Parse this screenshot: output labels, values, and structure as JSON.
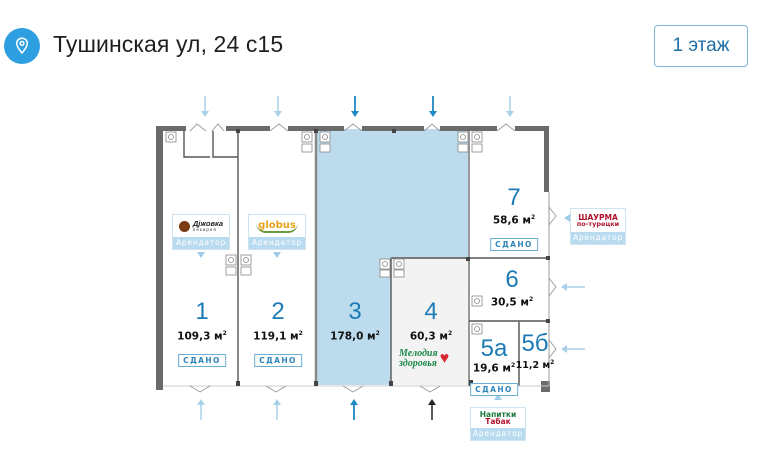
{
  "header": {
    "address": "Тушинская ул, 24 с15",
    "location_icon": "map-pin-icon",
    "floor_button": "1 этаж"
  },
  "colors": {
    "accent": "#2d9ee0",
    "highlight_unit": "#bcdcee",
    "unit_number": "#1c7bb6",
    "wall": "#6b6b6b",
    "arrow_light": "#a9d2ea",
    "arrow_dark": "#1e88c4",
    "arrow_black": "#222222",
    "tenant_tag": "#b9dbef"
  },
  "units": [
    {
      "number": "1",
      "area": "109,3 м",
      "status": "СДАНО"
    },
    {
      "number": "2",
      "area": "119,1 м",
      "status": "СДАНО"
    },
    {
      "number": "3",
      "area": "178,0 м",
      "status": ""
    },
    {
      "number": "4",
      "area": "60,3 м",
      "status": ""
    },
    {
      "number": "5а",
      "area": "19,6 м",
      "status": "СДАНО"
    },
    {
      "number": "5б",
      "area": "11,2 м",
      "status": ""
    },
    {
      "number": "6",
      "area": "30,5 м",
      "status": ""
    },
    {
      "number": "7",
      "area": "58,6 м",
      "status": "СДАНО"
    }
  ],
  "area_unit_sup": "2",
  "tenants": [
    {
      "unit": "1",
      "logo_text": "Дjжовка",
      "logo_sub": "пекарня",
      "tag": "Арендатор"
    },
    {
      "unit": "2",
      "logo_text": "globus",
      "tag": "Арендатор"
    },
    {
      "unit": "7",
      "logo_line1": "ШАУРМА",
      "logo_line2": "по-турецки",
      "tag": "Арендатор"
    },
    {
      "unit": "5а",
      "logo_line1": "Напитки",
      "logo_line2": "Табак",
      "tag": "Арендатор"
    }
  ],
  "unit4_brand": {
    "line1": "Мелодия",
    "line2": "здоровья"
  }
}
